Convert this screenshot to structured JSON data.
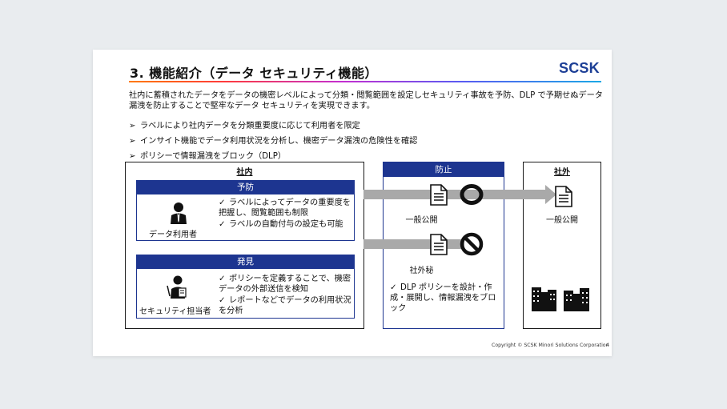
{
  "slide": {
    "title": "3. 機能紹介（データ セキュリティ機能）",
    "logo": "SCSK",
    "intro": "社内に蓄積されたデータをデータの機密レベルによって分類・閲覧範囲を設定しセキュリティ事故を予防、DLP で予期せぬデータ漏洩を防止することで堅牢なデータ セキュリティを実現できます。",
    "bullets": [
      "ラベルにより社内データを分類重要度に応じて利用者を限定",
      "インサイト機能でデータ利用状況を分析し、機密データ漏洩の危険性を確認",
      "ポリシーで情報漏洩をブロック（DLP）"
    ],
    "bullet_marker": "➢",
    "internal": {
      "label": "社内",
      "prevention": {
        "header": "予防",
        "role": "データ利用者",
        "checks": [
          "ラベルによってデータの重要度を把握し、閲覧範囲も制限",
          "ラベルの自動付与の設定も可能"
        ]
      },
      "detection": {
        "header": "発見",
        "role": "セキュリティ担当者",
        "checks": [
          "ポリシーを定義することで、機密データの外部送信を検知",
          "レポートなどでデータの利用状況を分析"
        ]
      }
    },
    "block": {
      "label": "防止",
      "public_label": "一般公開",
      "secret_label": "社外秘",
      "check": "DLP ポリシーを設計・作成・展開し、情報漏洩をブロック"
    },
    "external": {
      "label": "社外",
      "public_label": "一般公開"
    },
    "check_mark": "✓",
    "copyright": "Copyright © SCSK Minori Solutions Corporation",
    "page_number": "4"
  }
}
